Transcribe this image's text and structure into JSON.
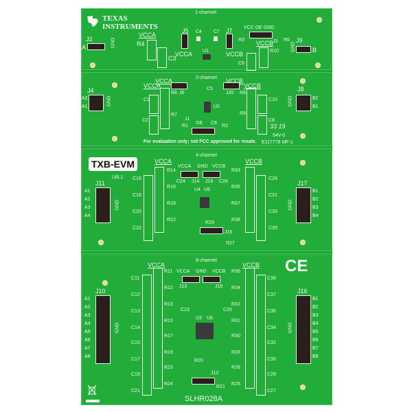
{
  "image": {
    "description": "Photo of a green PCB evaluation board (Texas Instruments TXB-EVM) with four sections: 1-channel, 2-channel, 4-channel, 8-channel",
    "board_color": "#22ad3a",
    "silkscreen_color": "#f2f7ef",
    "header_color": "#2a1f1c"
  },
  "brand": {
    "line1": "TEXAS",
    "line2": "INSTRUMENTS"
  },
  "sections": {
    "one_channel": {
      "title": "1-channel",
      "labels": {
        "j2": "J2",
        "a": "A",
        "gnd_left": "GND",
        "vcca_ul": "VCCA",
        "r4": "R4",
        "c3": "C3",
        "j5": "J5",
        "vcca": "VCCA",
        "c4": "C4",
        "c7": "C7",
        "u1": "U1",
        "j7": "J7",
        "vccb": "VCCB",
        "r3": "R3",
        "vcc_oe_gnd": "VCC  OE  GND",
        "j3": "J3",
        "r5": "R5",
        "vccb_ul": "VCCB",
        "r10": "R10",
        "c9": "C9",
        "j9": "J9",
        "gnd_right": "GND",
        "b": "B"
      }
    },
    "two_channel": {
      "title": "2-channel",
      "labels": {
        "j4": "J4",
        "a2": "A2",
        "a1": "A1",
        "gnd_left": "GND",
        "vcca_ul": "VCCA",
        "vcca": "VCCA",
        "j6": "J6",
        "c1": "C1",
        "r6": "R6",
        "r7": "R7",
        "c2": "C2",
        "c5": "C5",
        "u2": "U2",
        "j1": "J1",
        "oe": "OE",
        "r1": "R1",
        "c6": "C6",
        "r2": "R2",
        "vccb": "VCCB",
        "j20": "J20",
        "vccb_ul": "VCCB",
        "r8": "R8",
        "c10": "C10",
        "r9": "R9",
        "c8": "C8",
        "j8": "J8",
        "b2": "B2",
        "b1": "B1",
        "gnd_right": "GND",
        "date_code": "33 19",
        "ul_mark": "94V-0",
        "ul_file": "E117778 MF-1"
      },
      "notice": "For evaluation only; not FCC approved for resale."
    },
    "four_channel": {
      "title": "4-channel",
      "name_label": "TXB-EVM",
      "labels": {
        "lbl1": "LBL1",
        "j11": "J11",
        "a1": "A1",
        "a2": "A2",
        "a3": "A3",
        "a4": "A4",
        "gnd_left": "GND",
        "vcca_ul": "VCCA",
        "r14": "R14",
        "c16": "C16",
        "r16": "R16",
        "c18": "C18",
        "r18": "R18",
        "c20": "C20",
        "r22": "R22",
        "c22": "C22",
        "vcca": "VCCA",
        "gnd": "GND",
        "vccb": "VCCB",
        "j14": "J14",
        "j19": "J19",
        "c24": "C24",
        "c26": "C26",
        "u4": "U4",
        "u5": "U5",
        "r29": "R29",
        "j15": "J15",
        "r27": "R27",
        "vccb_ul": "VCCB",
        "r33": "R33",
        "c29": "C29",
        "r35": "R35",
        "c31": "C31",
        "r37": "R37",
        "c33": "C33",
        "r38": "R38",
        "c35": "C35",
        "j17": "J17",
        "b1": "B1",
        "b2": "B2",
        "b3": "B3",
        "b4": "B4",
        "gnd_right": "GND"
      }
    },
    "eight_channel": {
      "title": "8-channel",
      "ce_mark": "CE",
      "part_number": "SLHR028A",
      "labels": {
        "j10": "J10",
        "a1": "A1",
        "a2": "A2",
        "a3": "A3",
        "a4": "A4",
        "a5": "A5",
        "a6": "A6",
        "a7": "A7",
        "a8": "A8",
        "gnd_left": "GND",
        "vcca_ul": "VCCA",
        "r11": "R11",
        "c11": "C11",
        "r12": "R12",
        "c12": "C12",
        "r13": "R13",
        "c13": "C13",
        "r15": "R15",
        "c14": "C14",
        "r17": "R17",
        "c15": "C15",
        "r19": "R19",
        "c17": "C17",
        "r23": "R23",
        "c19": "C19",
        "r24": "R24",
        "c21": "C21",
        "vcca": "VCCA",
        "gnd": "GND",
        "vccb": "VCCB",
        "j13": "J13",
        "j18": "J18",
        "c23": "C23",
        "c25": "C25",
        "u3": "U3",
        "u6": "U6",
        "r20": "R20",
        "j12": "J12",
        "r21": "R21",
        "vccb_ul": "VCCB",
        "r36": "R36",
        "c38": "C38",
        "r34": "R34",
        "c37": "C37",
        "r32": "R32",
        "c36": "C36",
        "r31": "R31",
        "c34": "C34",
        "r30": "R30",
        "c32": "C32",
        "r28": "R28",
        "c30": "C30",
        "r26": "R26",
        "c28": "C28",
        "r25": "R25",
        "c27": "C27",
        "j16": "J16",
        "b1": "B1",
        "b2": "B2",
        "b3": "B3",
        "b4": "B4",
        "b5": "B5",
        "b6": "B6",
        "b7": "B7",
        "b8": "B8",
        "gnd_right": "GND"
      }
    }
  }
}
